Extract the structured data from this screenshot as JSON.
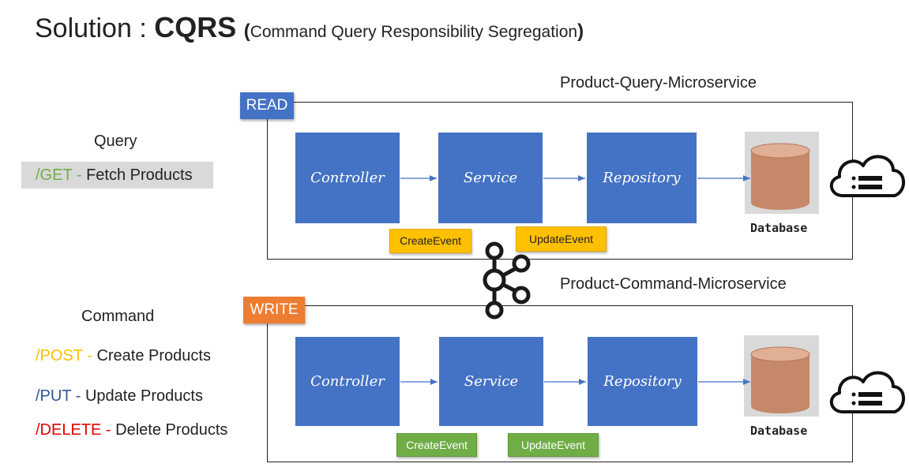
{
  "title": {
    "prefix": "Solution : ",
    "main": "CQRS",
    "paren_open": "(",
    "subtitle": "Command Query Responsibility Segregation",
    "paren_close": ")"
  },
  "query_side": {
    "heading": "Query",
    "get_method": "/GET",
    "get_sep": " - ",
    "get_text": "Fetch Products"
  },
  "command_side": {
    "heading": "Command",
    "post_method": "/POST -",
    "post_text": "Create Products",
    "put_method": "/PUT -",
    "put_text": "Update Products",
    "delete_method": "/DELETE -",
    "delete_text": "Delete Products"
  },
  "read_service": {
    "title": "Product-Query-Microservice",
    "tag": "READ",
    "controller": "Controller",
    "service": "Service",
    "repository": "Repository",
    "database": "Database",
    "create_event": "CreateEvent",
    "update_event": "UpdateEvent"
  },
  "write_service": {
    "title": "Product-Command-Microservice",
    "tag": "WRITE",
    "controller": "Controller",
    "service": "Service",
    "repository": "Repository",
    "database": "Database",
    "create_event": "CreateEvent",
    "update_event": "UpdateEvent"
  },
  "colors": {
    "box_blue": "#4472c4",
    "read_tag": "#4472c4",
    "write_tag": "#ed7d31",
    "event_yellow": "#ffc000",
    "event_green": "#70ad47",
    "db_fill": "#c5896a"
  },
  "icons": {
    "broker": "kafka-logo-icon",
    "cloud": "cloud-server-icon",
    "database": "database-cylinder-icon"
  }
}
